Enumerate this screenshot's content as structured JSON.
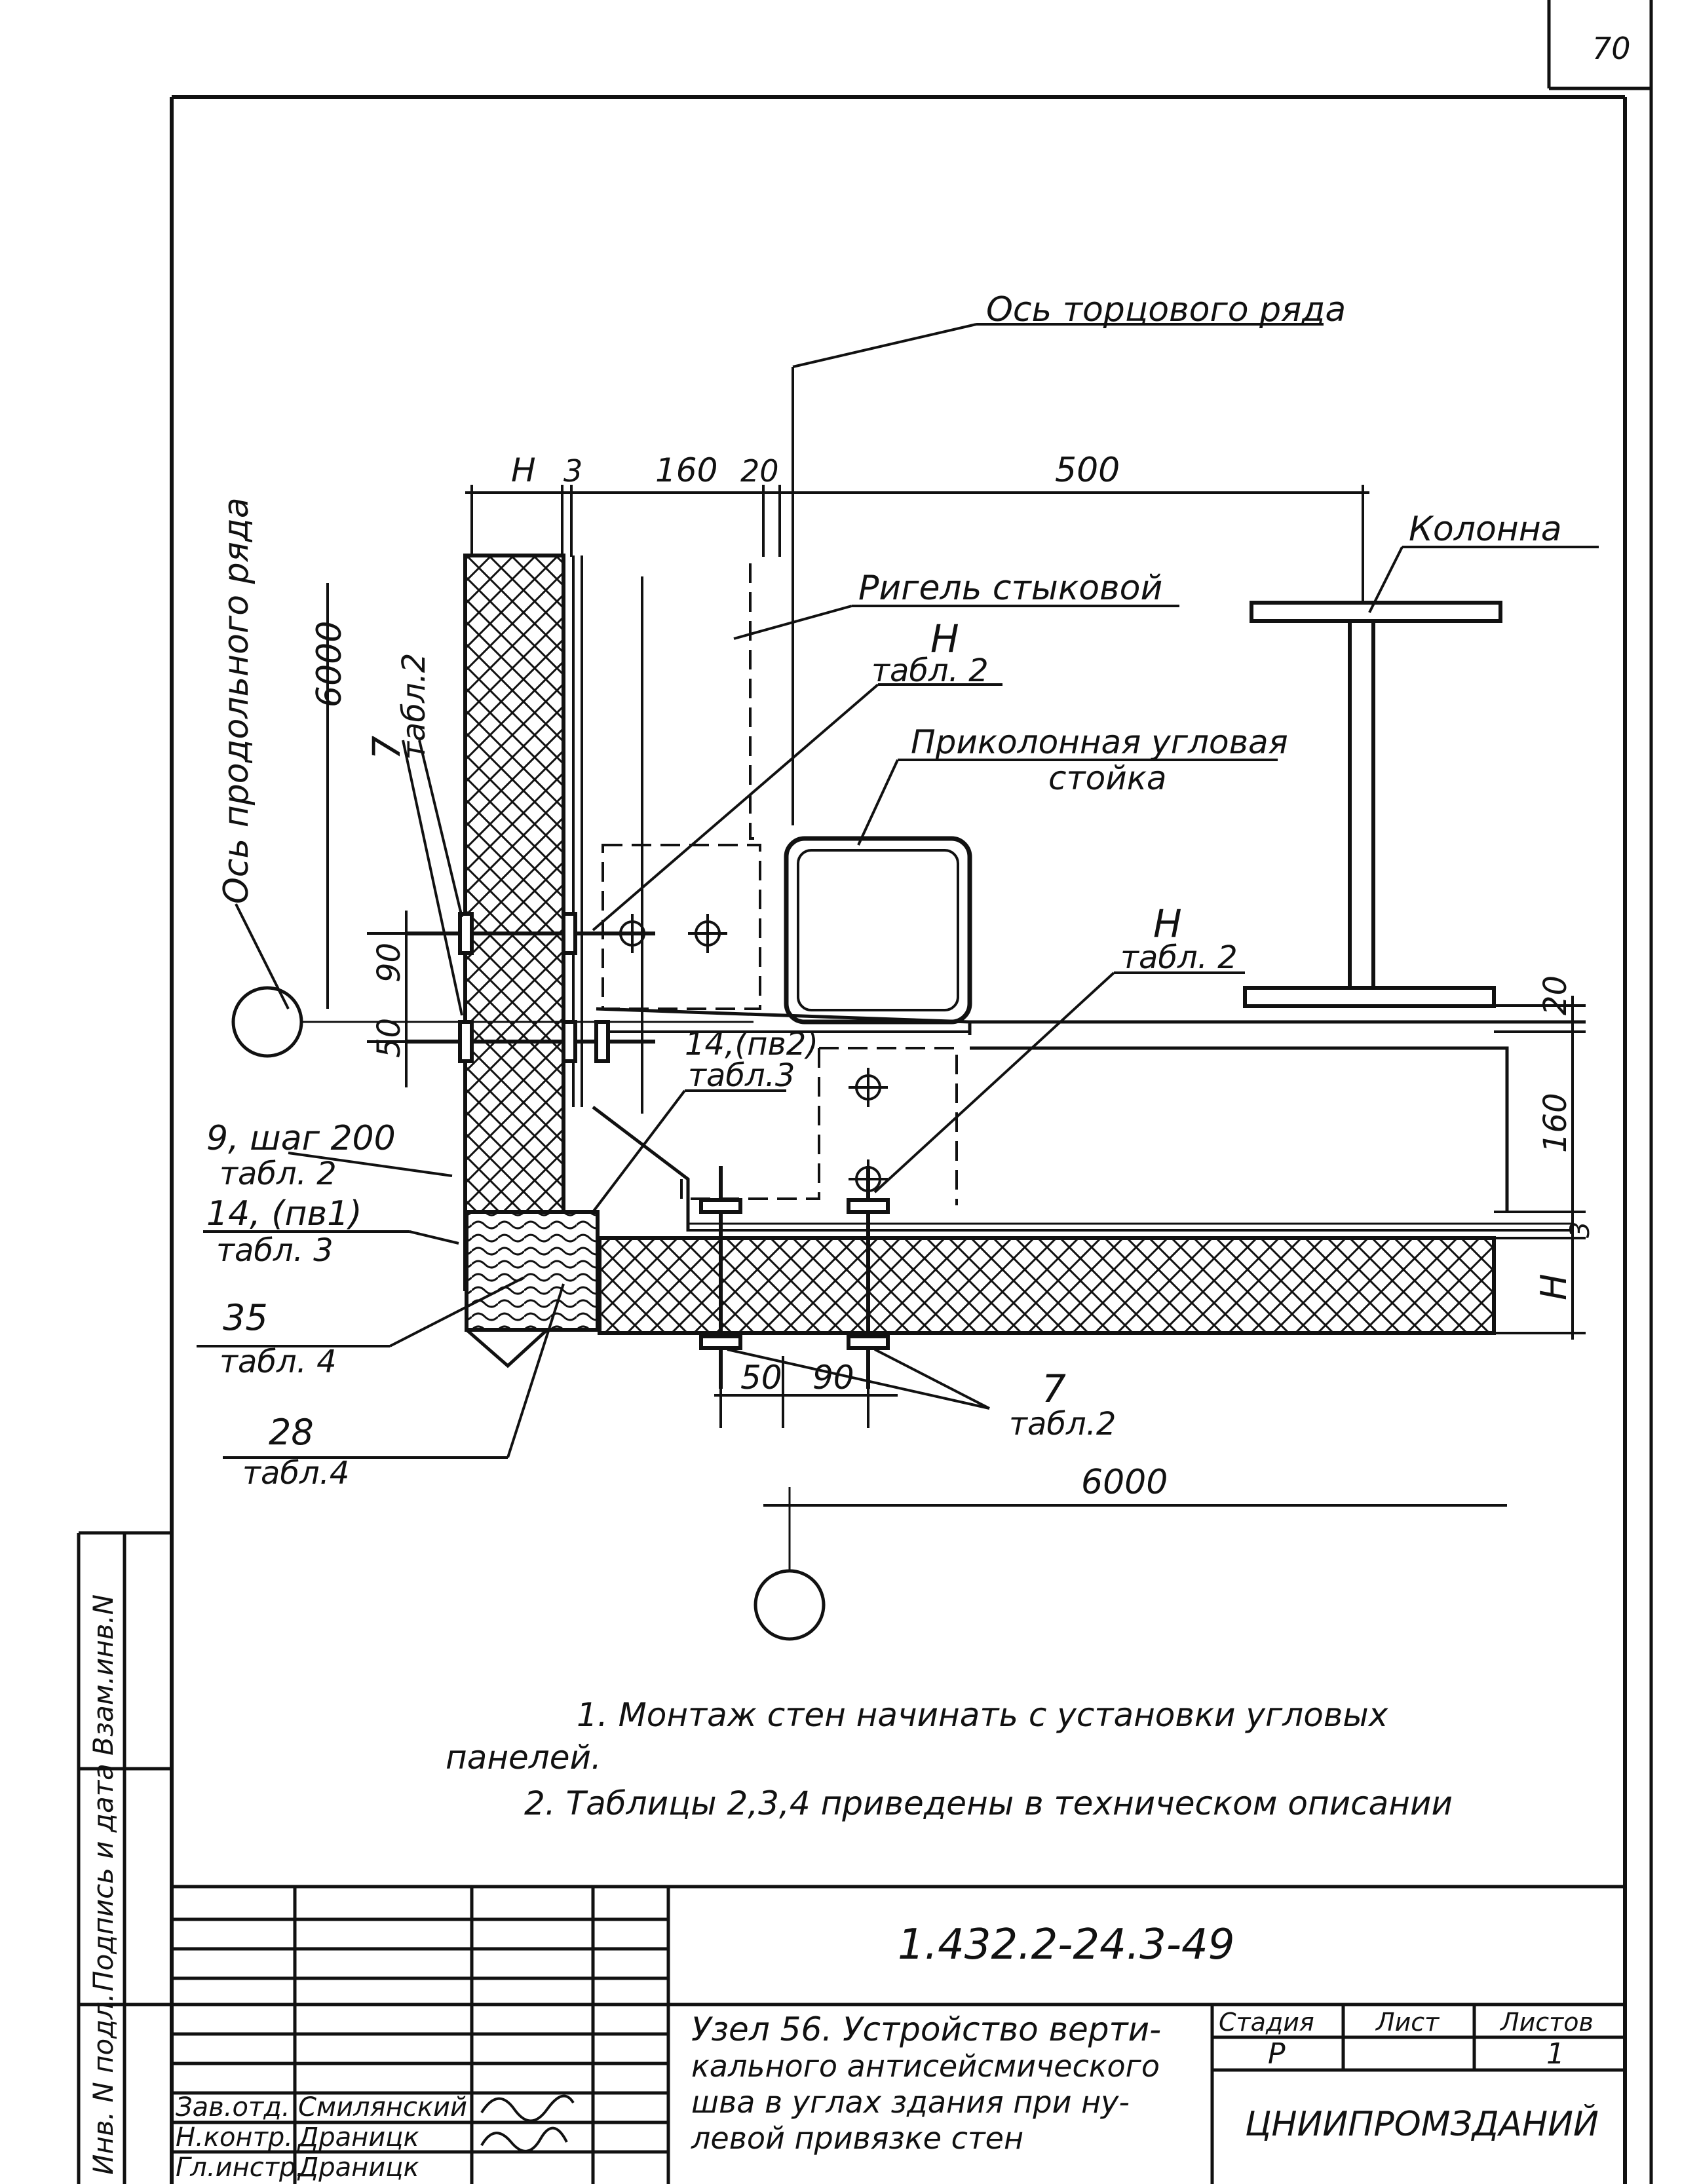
{
  "page_number": "70",
  "labels": {
    "axis_end_row": "Ось торцового ряда",
    "axis_long_row": "Ось продольного ряда",
    "column": "Колонна",
    "crossbar": "Ригель стыковой",
    "corner_post_1": "Приколонная угловая",
    "corner_post_2": "стойка",
    "ref_7_a": "7",
    "ref_7_a_sub": "табл.2",
    "ref_H_a": "Н",
    "ref_H_a_sub": "табл. 2",
    "ref_H_b": "Н",
    "ref_H_b_sub": "табл. 2",
    "ref_14_pv2": "14,(пв2)",
    "ref_14_pv2_sub": "табл.3",
    "ref_9": "9, шаг 200",
    "ref_9_sub": "табл. 2",
    "ref_14_pv1": "14, (пв1)",
    "ref_14_pv1_sub": "табл. 3",
    "ref_35": "35",
    "ref_35_sub": "табл. 4",
    "ref_28": "28",
    "ref_28_sub": "табл.4",
    "ref_7_b": "7",
    "ref_7_b_sub": "табл.2"
  },
  "dimensions": {
    "H_top": "Н",
    "d3": "3",
    "d160_top": "160",
    "d20_top": "20",
    "d500": "500",
    "d6000_left": "6000",
    "d90_left": "90",
    "d50_left": "50",
    "d20_right": "20",
    "d160_right": "160",
    "d3_right": "3",
    "H_right": "Н",
    "d50_bottom": "50",
    "d90_bottom": "90",
    "d6000_bottom": "6000"
  },
  "notes": {
    "line1": "1. Монтаж стен начинать с установки угловых",
    "line1b": "панелей.",
    "line2": "2. Таблицы 2,3,4 приведены в техническом описании"
  },
  "side_stamp": {
    "inv_no": "Инв. N подл.",
    "sign_date": "Подпись и дата",
    "swap_inv": "Взам.инв.N"
  },
  "title_block": {
    "doc_code": "1.432.2-24.3-49",
    "title_line1": "Узел 56. Устройство верти-",
    "title_line2": "кального антисейсмического",
    "title_line3": "шва в углах здания при ну-",
    "title_line4": "левой привязке стен",
    "stage_label": "Стадия",
    "sheet_label": "Лист",
    "sheets_label": "Листов",
    "stage_value": "Р",
    "sheets_value": "1",
    "org": "ЦНИИПРОМЗДАНИЙ",
    "people": [
      {
        "role": "Зав.отд.",
        "name": "Смилянский"
      },
      {
        "role": "Н.контр.",
        "name": "Драницк"
      },
      {
        "role": "Гл.инстр.",
        "name": "Драницк"
      }
    ]
  }
}
